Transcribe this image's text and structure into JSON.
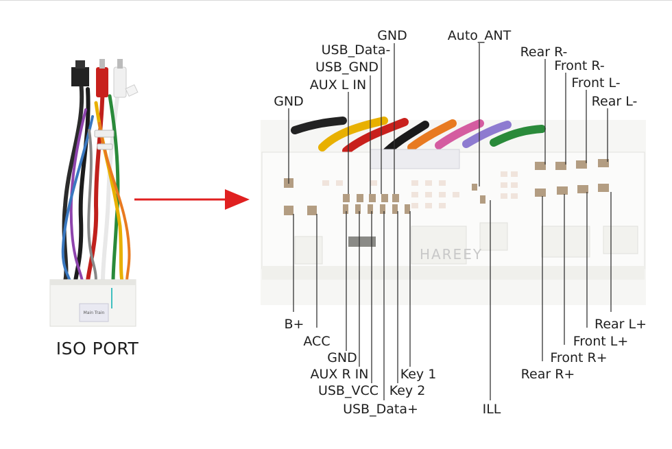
{
  "caption": "ISO PORT",
  "watermark": "HAREEY",
  "harness_tag": "Main Train",
  "top_labels": [
    "GND",
    "USB_Data-",
    "USB_GND",
    "AUX L IN",
    "GND",
    "Auto_ANT",
    "Rear R-",
    "Front R-",
    "Front L-",
    "Rear L-"
  ],
  "bottom_labels": [
    "B+",
    "ACC",
    "GND",
    "AUX R IN",
    "USB_VCC",
    "USB_Data+",
    "Key 1",
    "Key 2",
    "ILL",
    "Rear L+",
    "Front L+",
    "Front R+",
    "Rear R+"
  ],
  "colors": {
    "arrow": "#e02020",
    "connector": "#f3f3f0",
    "pin": "#b39d82"
  }
}
